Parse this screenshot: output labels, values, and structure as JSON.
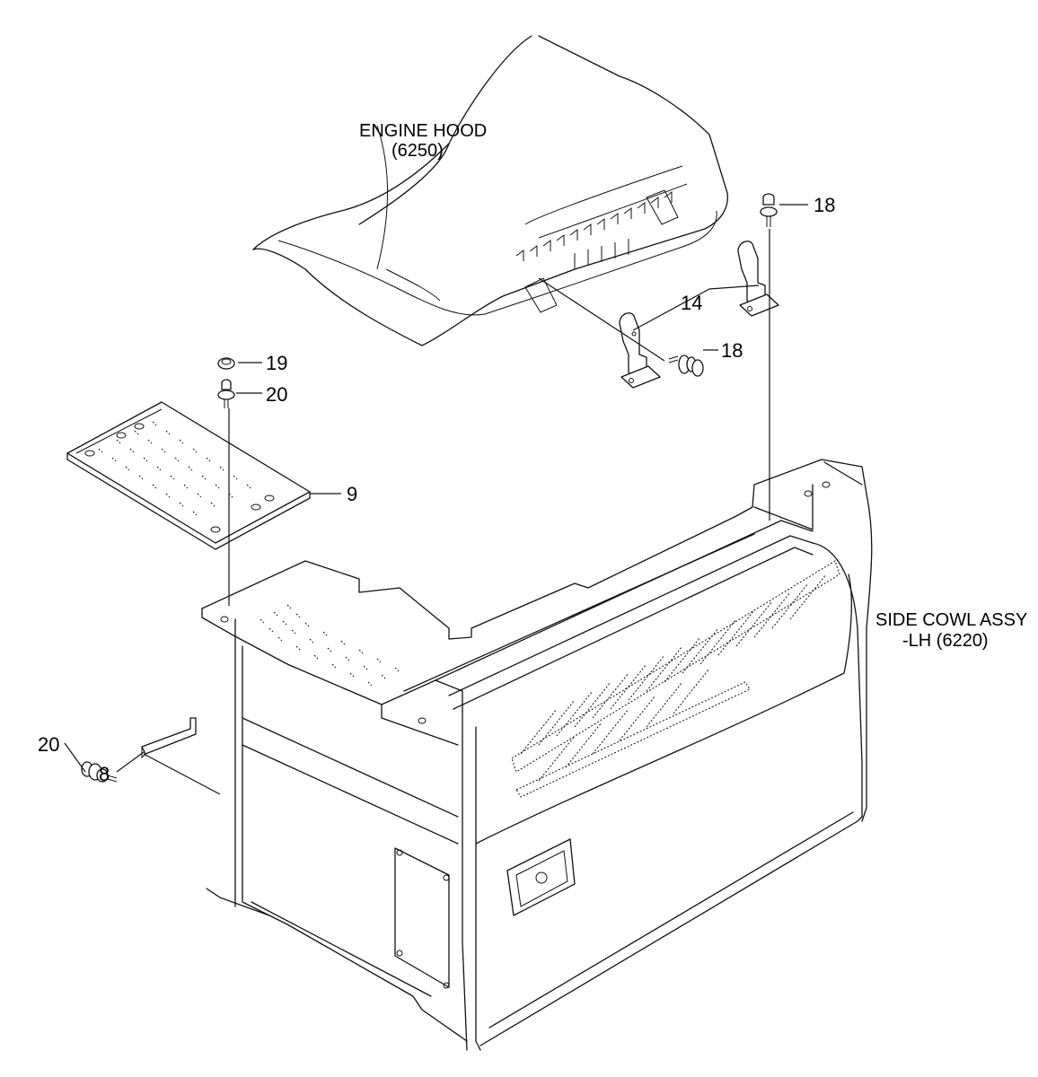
{
  "labels": {
    "engine_hood": {
      "line1": "ENGINE HOOD",
      "line2": "(6250)"
    },
    "side_cowl": {
      "line1": "SIDE COWL ASSY",
      "line2": "-LH (6220)"
    }
  },
  "callouts": {
    "part_18_top": "18",
    "part_14": "14",
    "part_18_mid": "18",
    "part_19": "19",
    "part_20_top": "20",
    "part_9": "9",
    "part_20_left": "20",
    "part_8": "8"
  }
}
